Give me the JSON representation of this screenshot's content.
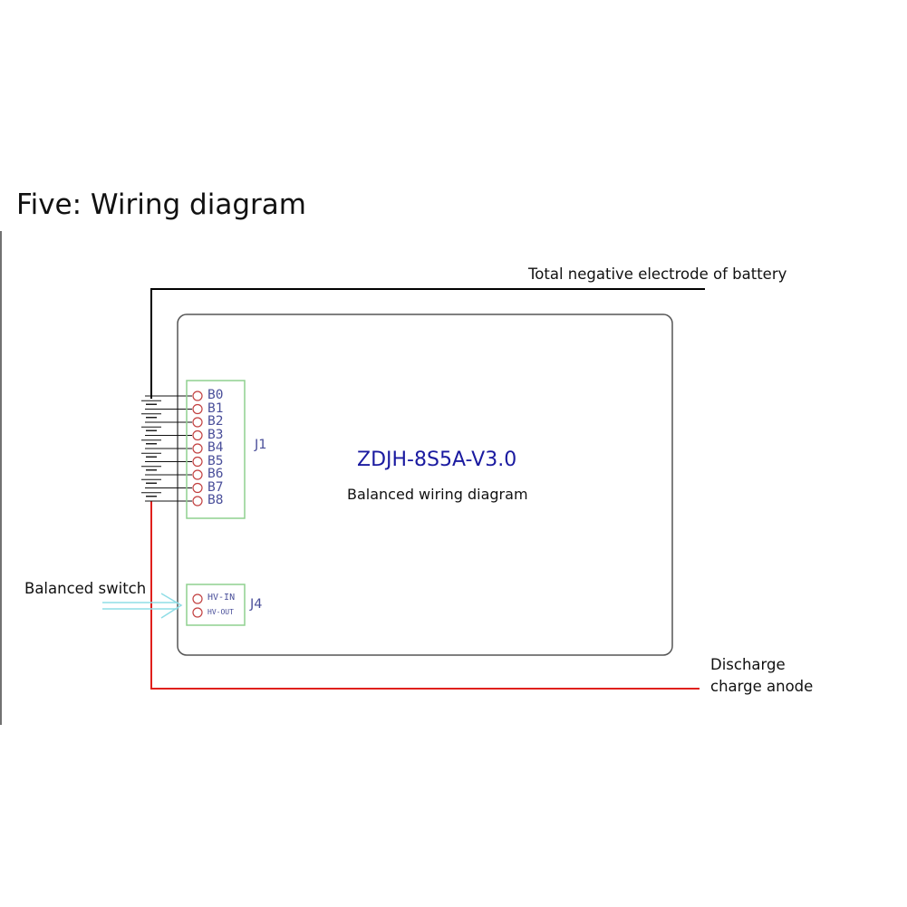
{
  "heading": "Five: Wiring diagram",
  "labels": {
    "total_negative": "Total negative electrode of battery",
    "balanced_switch": "Balanced switch",
    "discharge_line1": "Discharge",
    "discharge_line2": "charge anode"
  },
  "board": {
    "model": "ZDJH-8S5A-V3.0",
    "subtitle": "Balanced wiring diagram"
  },
  "connector_j1": {
    "ref": "J1",
    "pins": [
      "B0",
      "B1",
      "B2",
      "B3",
      "B4",
      "B5",
      "B6",
      "B7",
      "B8"
    ]
  },
  "connector_j4": {
    "ref": "J4",
    "pins": [
      "HV-IN",
      "HV-OUT"
    ]
  },
  "colors": {
    "negative_wire": "#000000",
    "positive_wire": "#e0201c",
    "connector_outline": "#8fd18f",
    "pin_text": "#4a4f9a",
    "model_text": "#1a1aa0",
    "switch_arrow": "#8fdde6",
    "board_outline": "#555555"
  }
}
